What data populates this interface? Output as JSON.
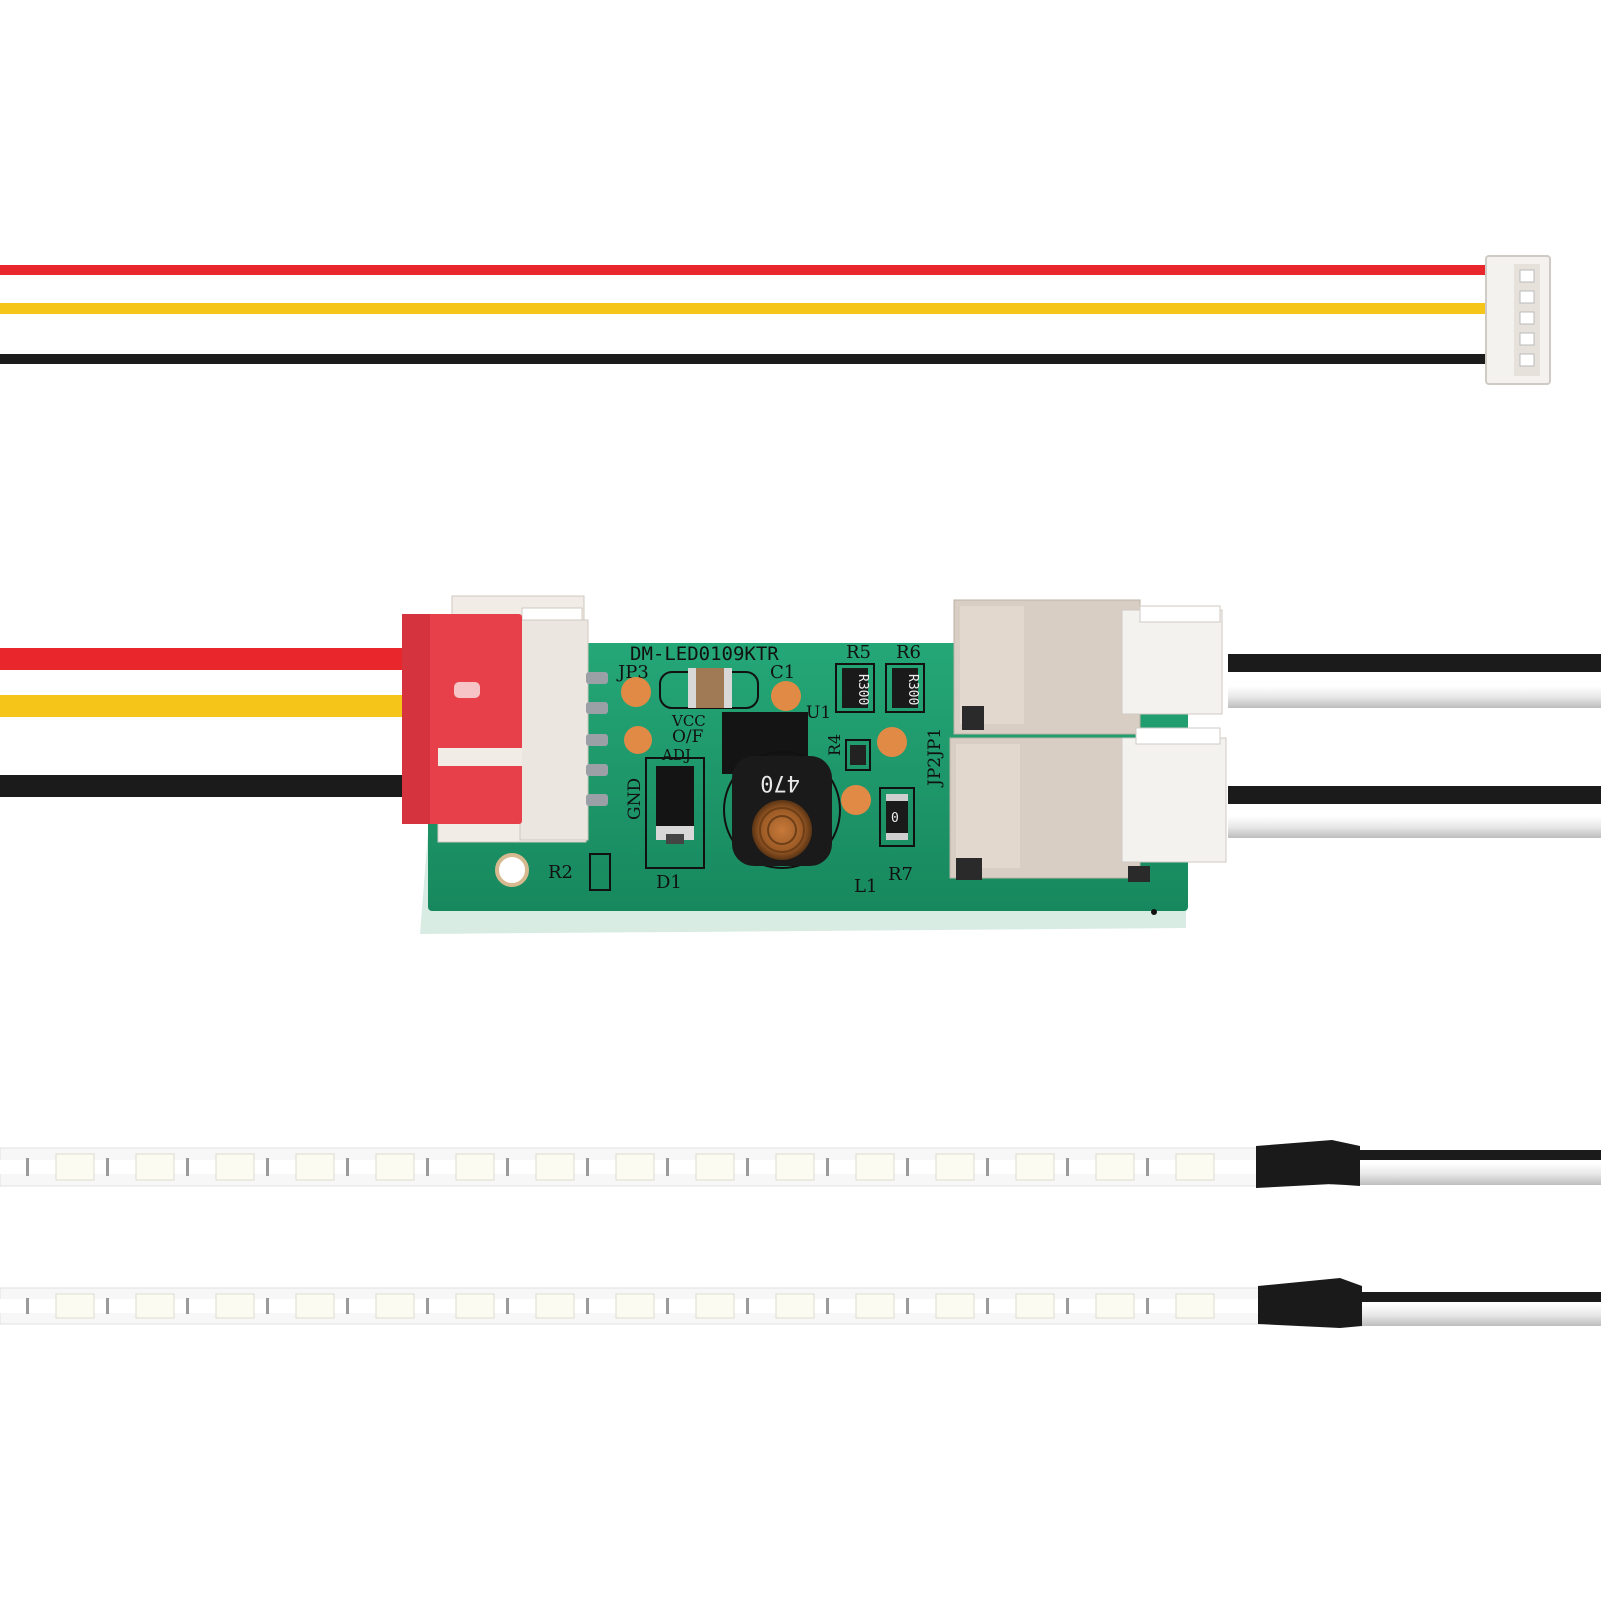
{
  "scene": {
    "description_hidden": false,
    "colors": {
      "background": "#ffffff",
      "wire_red": "#e8262b",
      "wire_yellow": "#f6c51a",
      "wire_black": "#1b1b1b",
      "wire_white": "#e9e9e9",
      "pcb_green": "#1f9a6c",
      "connector_red": "#e8404a",
      "connector_white": "#f1ece6",
      "connector_beige": "#d9cec3",
      "led_strip": "#f7f7f7",
      "led_chip": "#fbfbf2",
      "heatshrink": "#1a1a1a"
    }
  },
  "pcb": {
    "model": "DM-LED0109KTR",
    "labels": {
      "jp3": "JP3",
      "c1": "C1",
      "r5": "R5",
      "r6": "R6",
      "u1": "U1",
      "vcc": "VCC",
      "on_off": "O/F",
      "adj": "ADJ",
      "gnd": "GND",
      "r4": "R4",
      "jp2jp1": "JP2JP1",
      "r7": "R7",
      "r2": "R2",
      "d1": "D1",
      "l1": "L1"
    },
    "markings": {
      "resistor_r5": "R300",
      "resistor_r6": "R300",
      "resistor_r7": "0",
      "inductor": "470"
    }
  }
}
